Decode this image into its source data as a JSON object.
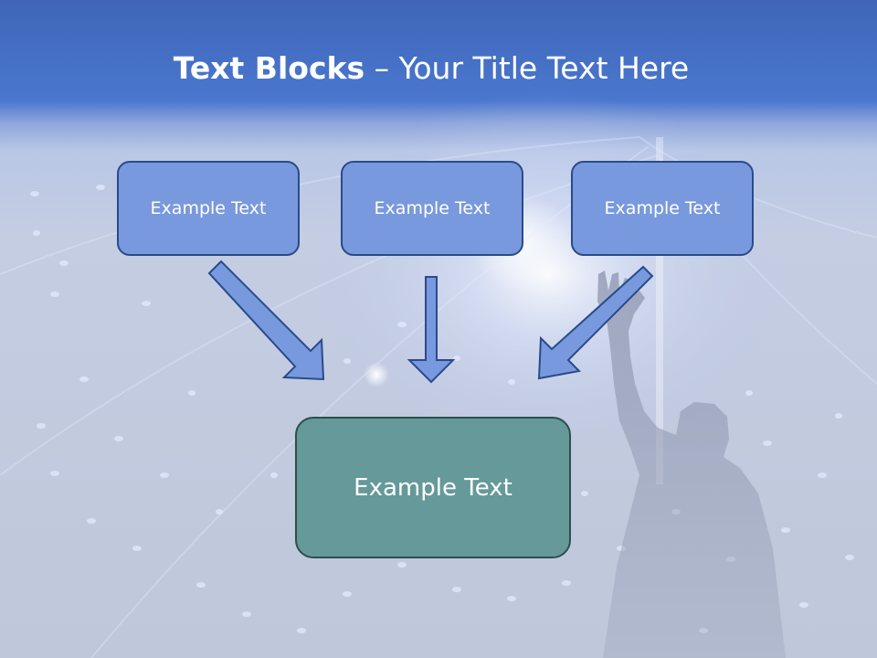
{
  "title": {
    "bold": "Text Blocks",
    "separator": " – ",
    "rest": "Your Title Text Here"
  },
  "boxes": {
    "top_left": "Example Text",
    "top_middle": "Example Text",
    "top_right": "Example Text",
    "bottom": "Example Text"
  },
  "colors": {
    "header": "#4a77cf",
    "box_fill": "#7899dd",
    "box_border": "#2a4a8a",
    "bottom_fill": "#669999",
    "arrow_fill": "#7899dd"
  },
  "diagram": {
    "flow": [
      "top_left → bottom",
      "top_middle → bottom",
      "top_right → bottom"
    ]
  }
}
